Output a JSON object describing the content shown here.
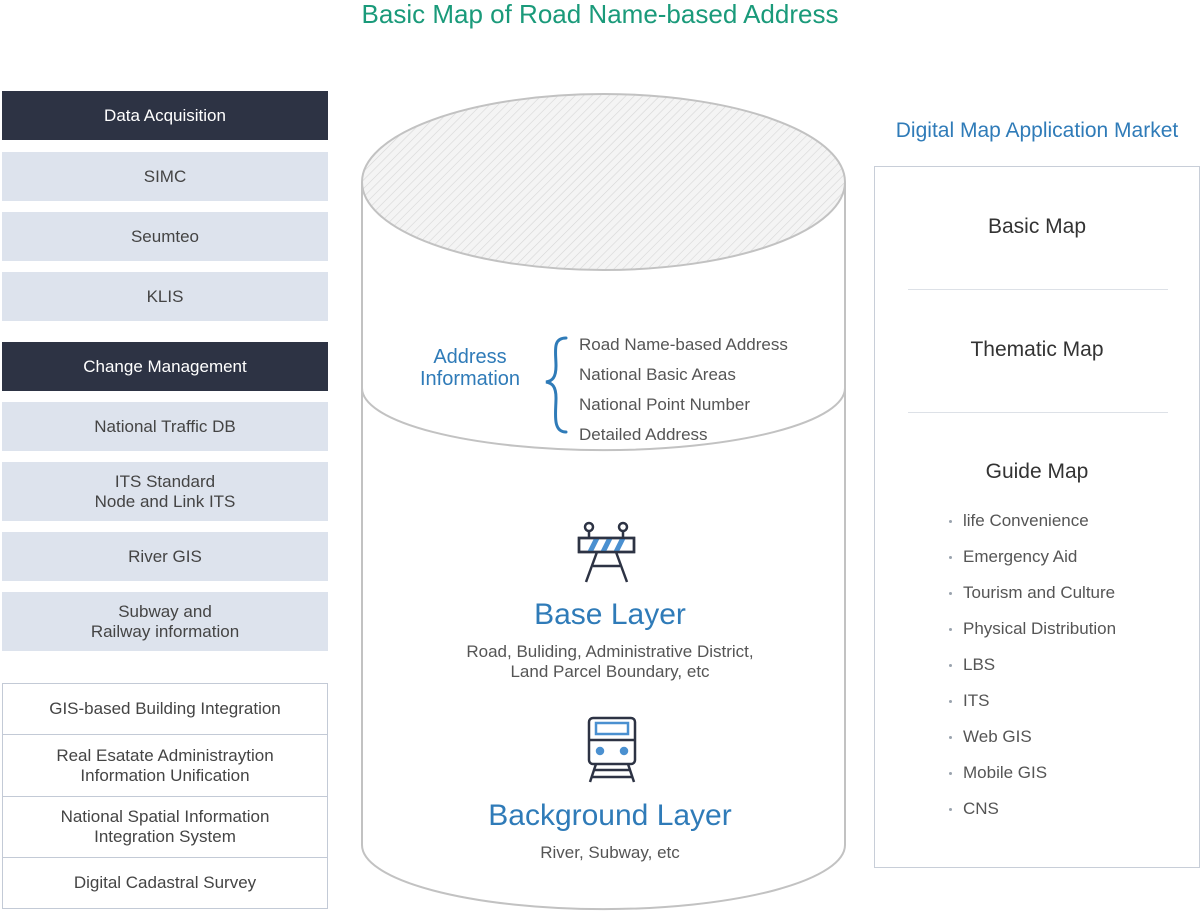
{
  "title": "Basic Map of Road  Name-based Address",
  "left": {
    "acquisition_header": "Data Acquisition",
    "acquisition_items": [
      "SIMC",
      "Seumteo",
      "KLIS"
    ],
    "change_header": "Change Management",
    "change_items": [
      "National Traffic DB",
      "ITS Standard\nNode and Link ITS",
      "River GIS",
      "Subway and\nRailway information"
    ],
    "integration_items": [
      "GIS-based Building Integration",
      "Real Esatate Administraytion\nInformation Unification",
      "National Spatial Information\nIntegration System",
      "Digital Cadastral Survey"
    ]
  },
  "cylinder": {
    "address_label": "Address\nInformation",
    "address_items": [
      "Road Name-based Address",
      "National Basic Areas",
      "National Point Number",
      "Detailed Address"
    ],
    "base_layer_title": "Base Layer",
    "base_layer_desc": "Road, Buliding, Administrative District,\nLand Parcel Boundary, etc",
    "background_layer_title": "Background Layer",
    "background_layer_desc": "River, Subway, etc"
  },
  "right": {
    "market_title": "Digital Map Application Market",
    "basic_map": "Basic Map",
    "thematic_map": "Thematic Map",
    "guide_map": "Guide Map",
    "guide_items": [
      "life Convenience",
      "Emergency Aid",
      "Tourism and Culture",
      "Physical Distribution",
      "LBS",
      "ITS",
      "Web GIS",
      "Mobile GIS",
      "CNS"
    ]
  },
  "colors": {
    "title": "#1a9a7a",
    "accent_blue": "#2f7bb8",
    "dark_header": "#2d3344",
    "light_box": "#dde3ed"
  },
  "icons": [
    "barrier-icon",
    "train-icon"
  ]
}
